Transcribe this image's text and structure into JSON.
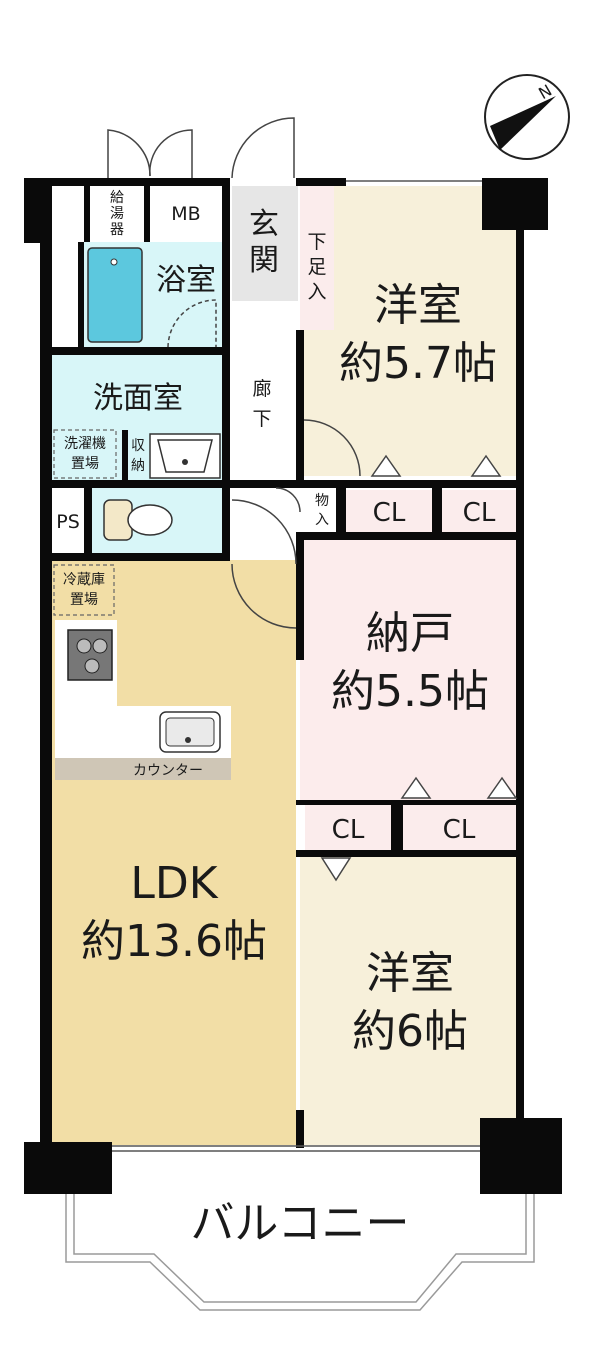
{
  "colors": {
    "wall": "#0a0a0a",
    "ldk_floor": "#f2dea6",
    "western_room_floor": "#f7f0da",
    "storage_room_floor": "#fcecec",
    "wet_area_floor": "#d8f6f8",
    "entrance_floor": "#e6e6e6",
    "shoe_storage_floor": "#fbecec",
    "closet_floor": "#fbecec",
    "counter": "#cfc6b6",
    "balcony_outline": "#9a9a9a"
  },
  "rooms": {
    "western_room_1": {
      "name": "洋室",
      "size": "約5.7帖"
    },
    "storage_room": {
      "name": "納戸",
      "size": "約5.5帖"
    },
    "western_room_2": {
      "name": "洋室",
      "size": "約6帖"
    },
    "ldk": {
      "name": "LDK",
      "size": "約13.6帖"
    },
    "bathroom": {
      "name": "浴室"
    },
    "washroom": {
      "name": "洗面室"
    },
    "entrance": {
      "line1": "玄",
      "line2": "関"
    },
    "hallway": {
      "line1": "廊",
      "line2": "下"
    },
    "balcony": {
      "name": "バルコニー"
    }
  },
  "fixtures": {
    "water_heater": {
      "line1": "給",
      "line2": "湯",
      "line3": "器"
    },
    "meter_box": "MB",
    "pipe_space": "PS",
    "shoe_storage": {
      "line1": "下",
      "line2": "足",
      "line3": "入"
    },
    "laundry_space": {
      "line1": "洗濯機",
      "line2": "置場"
    },
    "washroom_storage": {
      "line1": "収",
      "line2": "納"
    },
    "storage_closet": {
      "line1": "物",
      "line2": "入"
    },
    "fridge_space": {
      "line1": "冷蔵庫",
      "line2": "置場"
    },
    "counter": "カウンター"
  },
  "closets": {
    "room1_left": "CL",
    "room1_right": "CL",
    "lower_left": "CL",
    "lower_right": "CL"
  },
  "icons": {
    "compass": "north-compass-icon",
    "stove": "gas-stove-icon",
    "sink": "kitchen-sink-icon",
    "toilet": "toilet-icon",
    "bathtub": "bathtub-icon",
    "washbasin": "washbasin-icon"
  }
}
